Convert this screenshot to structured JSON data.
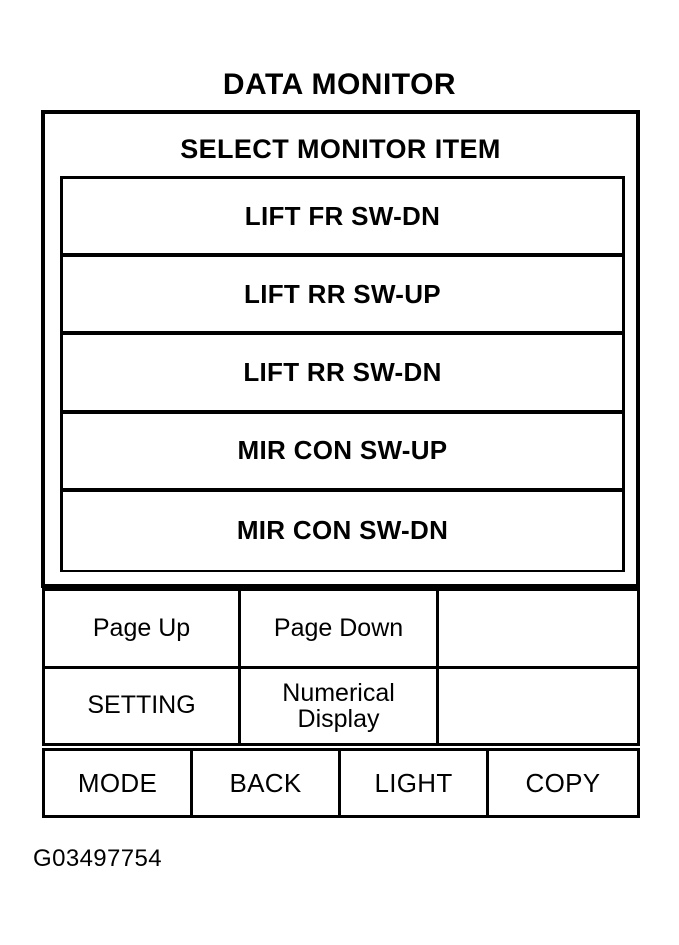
{
  "figure": {
    "title": "DATA MONITOR",
    "caption": "G03497754"
  },
  "panel": {
    "header": "SELECT MONITOR ITEM",
    "monitor_items": [
      {
        "label": "LIFT FR SW-DN"
      },
      {
        "label": "LIFT RR SW-UP"
      },
      {
        "label": "LIFT RR SW-DN"
      },
      {
        "label": "MIR CON SW-UP"
      },
      {
        "label": "MIR CON SW-DN"
      }
    ],
    "function_grid": {
      "rows": [
        [
          {
            "label": "Page Up"
          },
          {
            "label": "Page Down"
          },
          {
            "label": ""
          }
        ],
        [
          {
            "label": "SETTING"
          },
          {
            "label": "Numerical\nDisplay",
            "line1": "Numerical",
            "line2": "Display"
          },
          {
            "label": ""
          }
        ]
      ]
    },
    "key_row": [
      {
        "label": "MODE"
      },
      {
        "label": "BACK"
      },
      {
        "label": "LIGHT"
      },
      {
        "label": "COPY"
      }
    ]
  },
  "colors": {
    "ink": "#000000",
    "background": "#ffffff"
  }
}
